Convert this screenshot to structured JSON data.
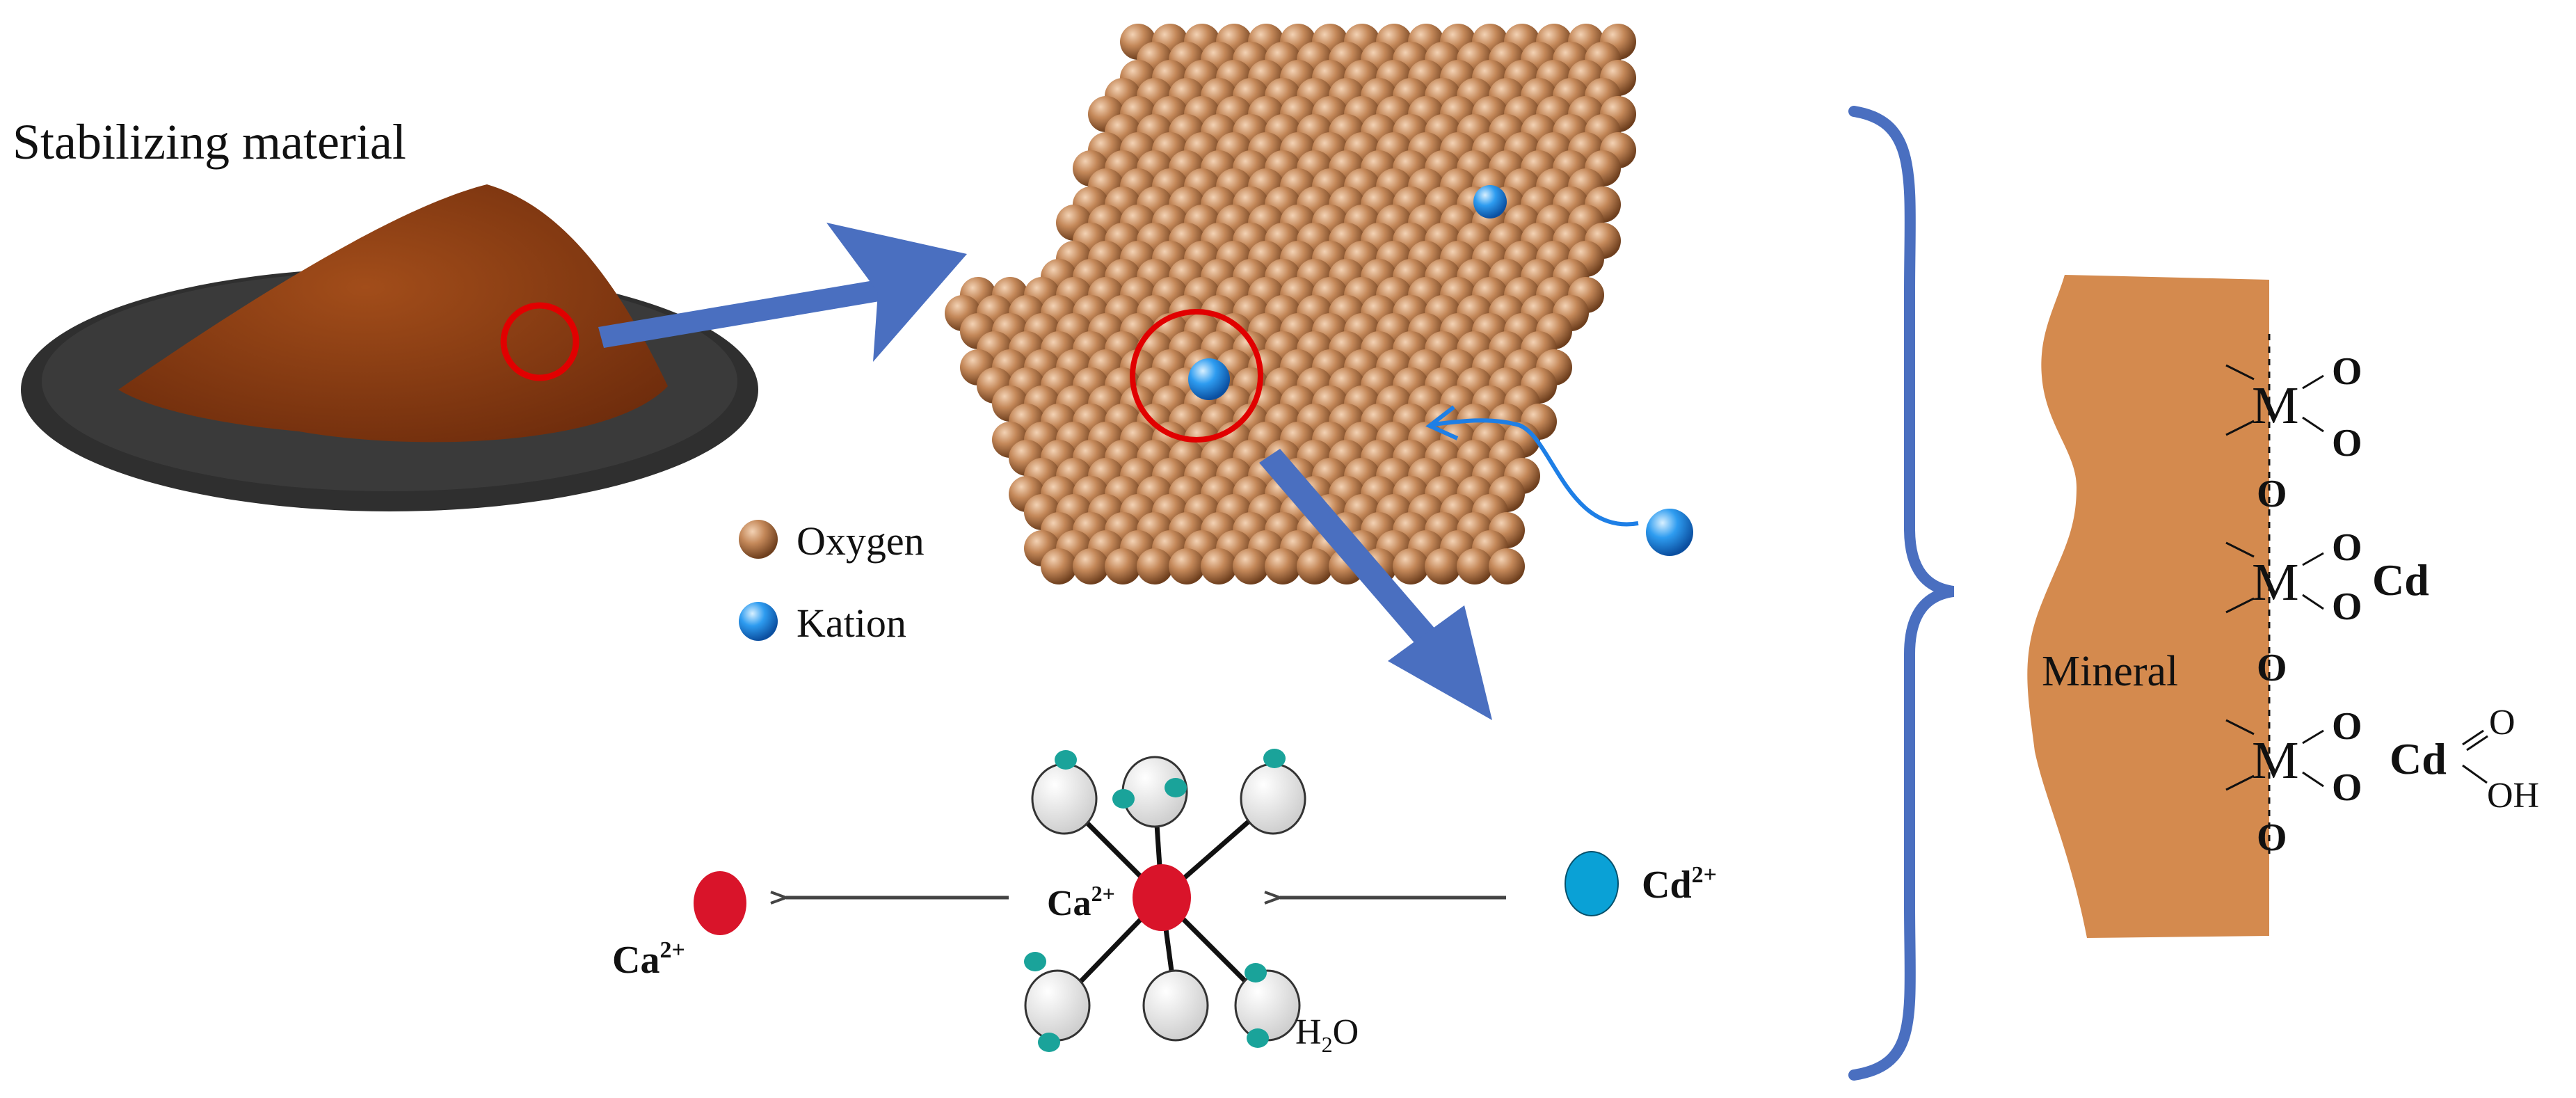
{
  "labels": {
    "stabilizing": "Stabilizing material",
    "oxygen": "Oxygen",
    "kation": "Kation",
    "ca_left": "Ca",
    "ca_left_sup": "2+",
    "ca_center": "Ca",
    "ca_center_sup": "2+",
    "cd": "Cd",
    "cd_sup": "2+",
    "h2o_h": "H",
    "h2o_sub": "2",
    "h2o_o": "O",
    "mineral": "Mineral"
  },
  "mineral_diagram": {
    "m1": "M",
    "m2": "M",
    "m3": "M",
    "o": "O",
    "cd": "Cd",
    "oh": "OH"
  },
  "colors": {
    "powder": "#8b3d14",
    "plate": "#2f2f2f",
    "oxygen_sphere": "#c0845a",
    "kation_sphere": "#1e90ff",
    "arrow_blue": "#4a6fc0",
    "brace": "#4a6fc0",
    "ca_ion": "#d9142a",
    "cd_ion": "#0aa1d6",
    "mineral_fill": "#d48a4e",
    "h_atom": "#1aa39a"
  }
}
